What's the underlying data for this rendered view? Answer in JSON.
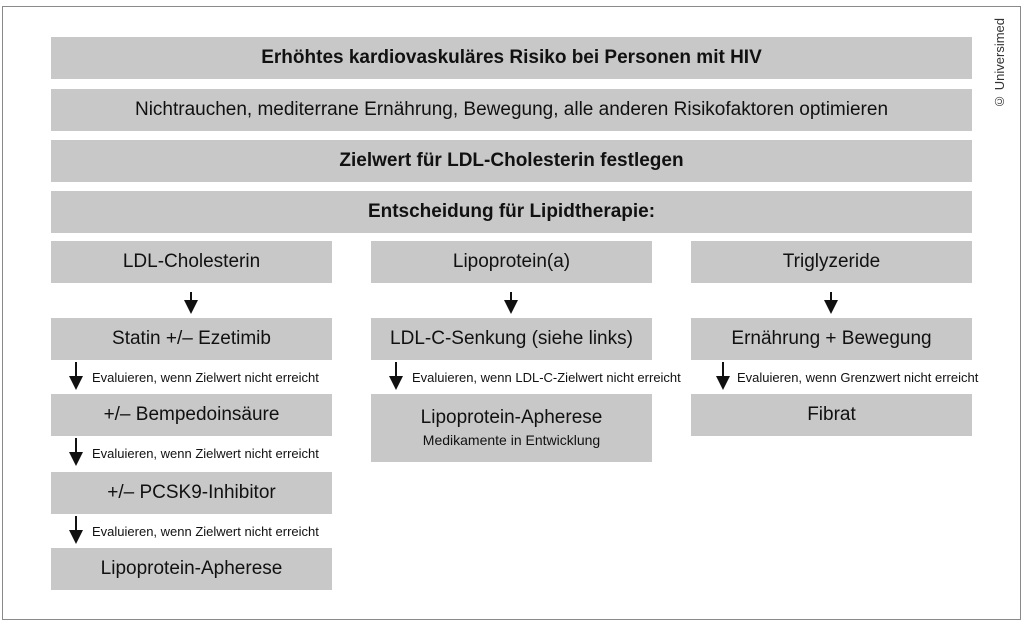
{
  "copyright": "© Universimed",
  "header": {
    "title": "Erhöhtes kardiovaskuläres Risiko bei Personen mit HIV",
    "lifestyle": "Nichtrauchen, mediterrane Ernährung, Bewegung, alle anderen Risikofaktoren optimieren",
    "target": "Zielwert für LDL-Cholesterin festlegen",
    "decision": "Entscheidung für Lipidtherapie:"
  },
  "columns": {
    "ldl": {
      "title": "LDL-Cholesterin",
      "step1": "Statin +/– Ezetimib",
      "eval1": "Evaluieren, wenn Zielwert nicht erreicht",
      "step2": "+/– Bempedoinsäure",
      "eval2": "Evaluieren, wenn Zielwert nicht erreicht",
      "step3": "+/– PCSK9-Inhibitor",
      "eval3": "Evaluieren, wenn Zielwert nicht erreicht",
      "step4": "Lipoprotein-Apherese"
    },
    "lpa": {
      "title": "Lipoprotein(a)",
      "step1": "LDL-C-Senkung (siehe links)",
      "eval1": "Evaluieren, wenn LDL-C-Zielwert nicht erreicht",
      "step2": "Lipoprotein-Apherese",
      "step2_sub": "Medikamente in Entwicklung"
    },
    "tg": {
      "title": "Triglyzeride",
      "step1": "Ernährung + Bewegung",
      "eval1": "Evaluieren, wenn Grenzwert nicht erreicht",
      "step2": "Fibrat"
    }
  }
}
